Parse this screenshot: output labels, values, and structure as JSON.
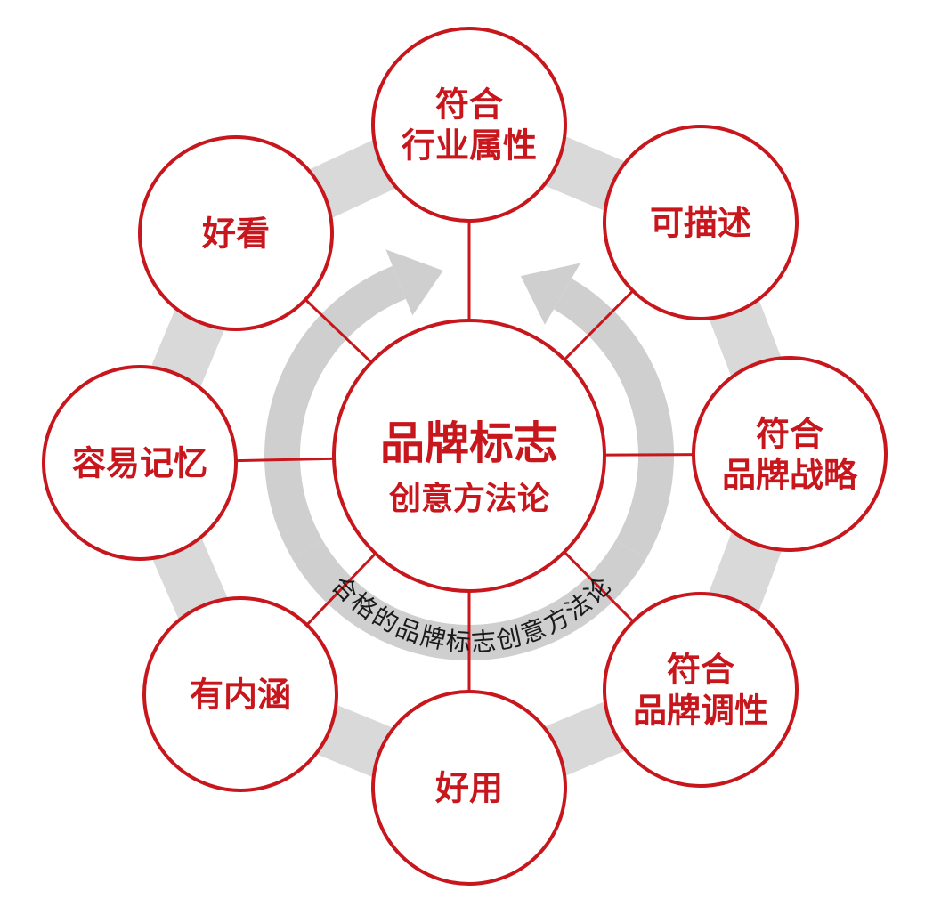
{
  "colors": {
    "accent": "#c8161d",
    "ring": "#d9d9d9",
    "arrow": "#cfcfcf",
    "arc_text": "#1a1a1a",
    "background": "#ffffff"
  },
  "center": {
    "title": "品牌标志",
    "subtitle": "创意方法论"
  },
  "arc_text": "合格的品牌标志创意方法论",
  "nodes": [
    {
      "id": "industry",
      "lines": [
        "符合",
        "行业属性"
      ]
    },
    {
      "id": "describable",
      "lines": [
        "可描述"
      ]
    },
    {
      "id": "strategy",
      "lines": [
        "符合",
        "品牌战略"
      ]
    },
    {
      "id": "tone",
      "lines": [
        "符合",
        "品牌调性"
      ]
    },
    {
      "id": "usable",
      "lines": [
        "好用"
      ]
    },
    {
      "id": "meaning",
      "lines": [
        "有内涵"
      ]
    },
    {
      "id": "memorable",
      "lines": [
        "容易记忆"
      ]
    },
    {
      "id": "good-looking",
      "lines": [
        "好看"
      ]
    }
  ]
}
